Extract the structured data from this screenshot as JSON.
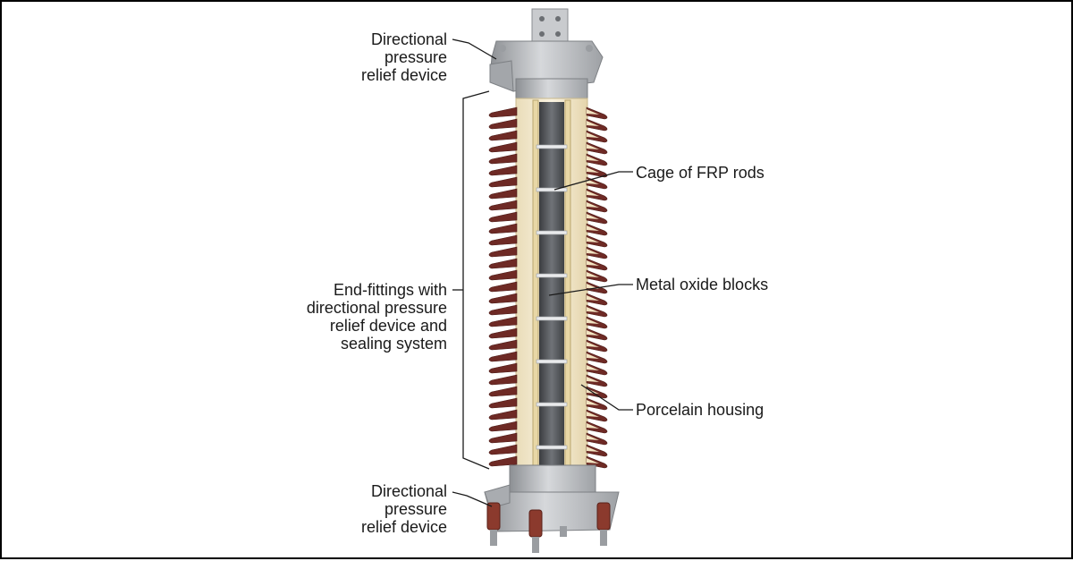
{
  "diagram": {
    "labels": {
      "top_relief": [
        "Directional",
        "pressure",
        "relief device"
      ],
      "end_fittings": [
        "End-fittings with",
        "directional pressure",
        "relief device and",
        "sealing system"
      ],
      "bottom_relief": [
        "Directional",
        "pressure",
        "relief device"
      ],
      "cage": "Cage of FRP rods",
      "blocks": "Metal oxide blocks",
      "housing": "Porcelain housing"
    },
    "colors": {
      "porcelain_shed": "#6e2a25",
      "porcelain_inner": "#f3e9cf",
      "metal": "#b9bcc0",
      "block": "#55585c",
      "rods": "#e8d7a6"
    }
  }
}
